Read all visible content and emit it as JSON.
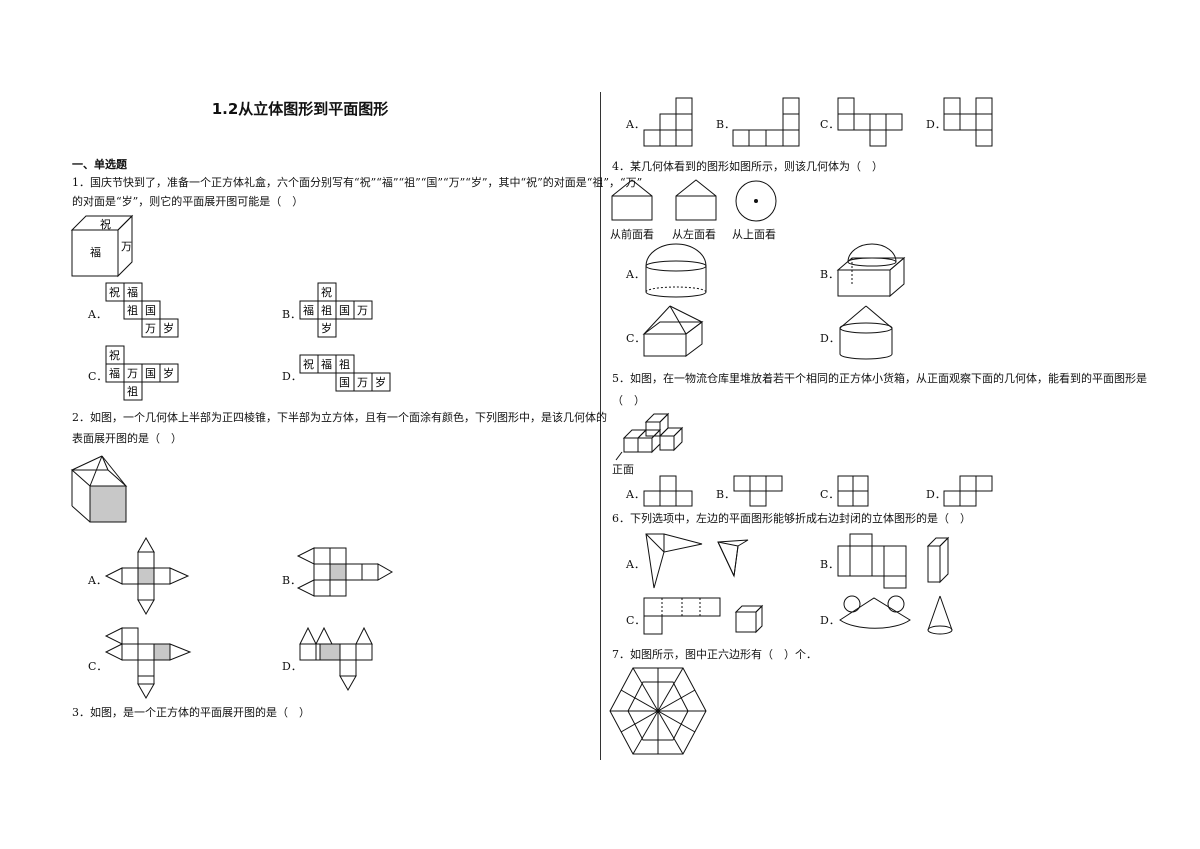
{
  "title": "1.2从立体图形到平面图形",
  "section": "一、单选题",
  "q1": {
    "line1": "1．国庆节快到了，准备一个正方体礼盒，六个面分别写有“祝”“福”“祖”“国”“万”“岁”，其中“祝”的对面是“祖”，“万”",
    "line2": "的对面是“岁”，则它的平面展开图可能是（　）",
    "cube_top": "祝",
    "cube_front": "福",
    "cube_right": "万",
    "optA": [
      "祝",
      "福",
      "祖",
      "国",
      "万",
      "岁"
    ],
    "optB": [
      "祝",
      "福",
      "祖",
      "国",
      "万",
      "岁"
    ],
    "optC": [
      "祝",
      "福",
      "万",
      "国",
      "岁",
      "祖"
    ],
    "optD": [
      "祝",
      "福",
      "祖",
      "国",
      "万",
      "岁"
    ]
  },
  "q2": {
    "line1": "2．如图，一个几何体上半部为正四棱锥，下半部为立方体，且有一个面涂有颜色，下列图形中，是该几何体的",
    "line2": "表面展开图的是（　）"
  },
  "q3": {
    "line1": "3．如图，是一个正方体的平面展开图的是（　）"
  },
  "q4": {
    "line1": "4．某几何体看到的图形如图所示，则该几何体为（　）",
    "views": [
      "从前面看",
      "从左面看",
      "从上面看"
    ]
  },
  "q5": {
    "line1": "5．如图，在一物流仓库里堆放着若干个相同的正方体小货箱，从正面观察下面的几何体，能看到的平面图形是",
    "line2": "（　）",
    "front_label": "正面"
  },
  "q6": {
    "line1": "6．下列选项中，左边的平面图形能够折成右边封闭的立体图形的是（　）"
  },
  "q7": {
    "line1": "7．如图所示，图中正六边形有（　）个．"
  },
  "labels": {
    "A": "A．",
    "B": "B．",
    "C": "C．",
    "D": "D．"
  }
}
